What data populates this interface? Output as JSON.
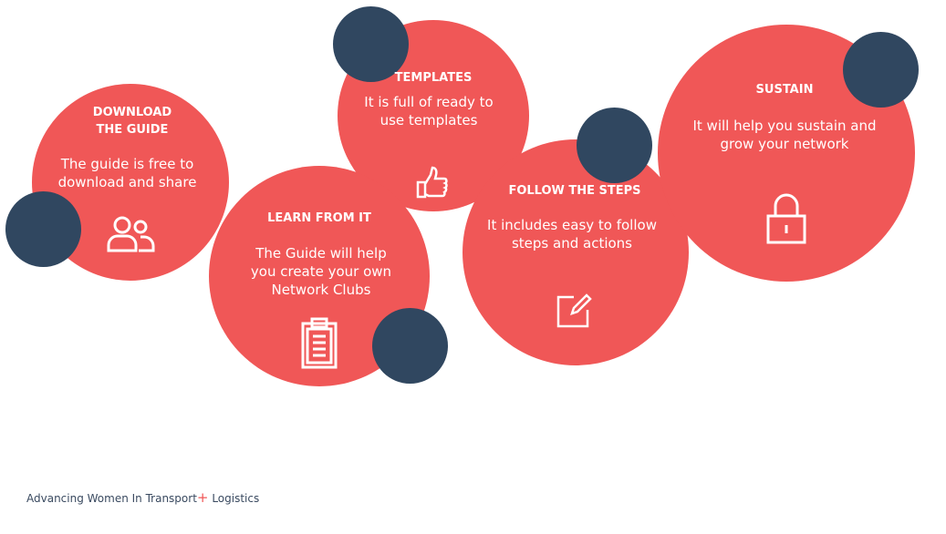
{
  "colors": {
    "accent": "#F05757",
    "navy": "#304760"
  },
  "steps": [
    {
      "title": "DOWNLOAD THE GUIDE",
      "text": "The guide is free to download and share",
      "icon": "users-icon"
    },
    {
      "title": "TEMPLATES",
      "text": "It is full of ready to use templates",
      "icon": "thumbs-up-icon"
    },
    {
      "title": "LEARN FROM IT",
      "text": "The Guide will help you create your own Network Clubs",
      "icon": "clipboard-icon"
    },
    {
      "title": "FOLLOW THE STEPS",
      "text": "It includes easy to follow steps and actions",
      "icon": "edit-icon"
    },
    {
      "title": "SUSTAIN",
      "text": "It will help you sustain and grow your network",
      "icon": "lock-icon"
    }
  ],
  "footer": {
    "left": "Advancing Women In Transport",
    "plus": "+",
    "right": "Logistics"
  }
}
